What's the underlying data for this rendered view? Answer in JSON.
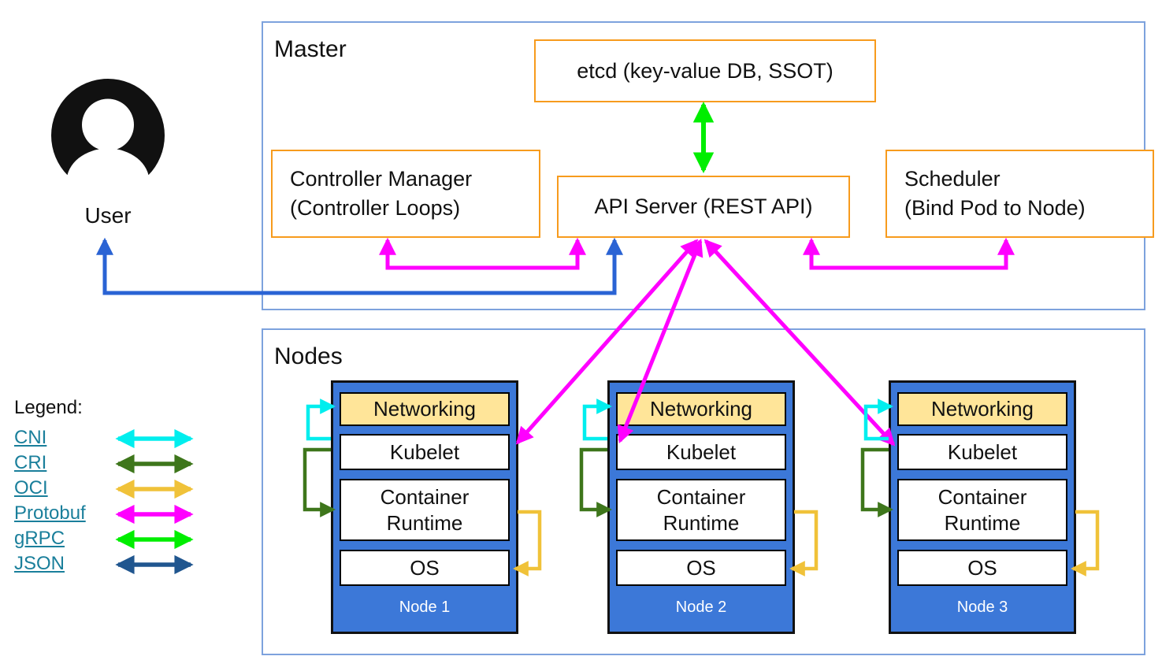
{
  "user": {
    "label": "User"
  },
  "master": {
    "title": "Master",
    "etcd_label": "etcd (key-value DB, SSOT)",
    "api_server_label": "API Server (REST API)",
    "controller_manager": {
      "line1": "Controller Manager",
      "line2": "(Controller Loops)"
    },
    "scheduler": {
      "line1": "Scheduler",
      "line2": "(Bind Pod to Node)"
    }
  },
  "nodes_section": {
    "title": "Nodes",
    "layers": [
      "Networking",
      "Kubelet",
      "Container Runtime",
      "OS"
    ],
    "nodes": [
      {
        "label": "Node 1"
      },
      {
        "label": "Node 2"
      },
      {
        "label": "Node 3"
      }
    ]
  },
  "legend": {
    "title": "Legend:",
    "items": [
      {
        "label": "CNI",
        "color": "#00eeee"
      },
      {
        "label": "CRI",
        "color": "#3e761b"
      },
      {
        "label": "OCI",
        "color": "#f0c239"
      },
      {
        "label": "Protobuf",
        "color": "#ff00ff"
      },
      {
        "label": "gRPC",
        "color": "#00ee00"
      },
      {
        "label": "JSON",
        "color": "#20568f"
      }
    ]
  },
  "colors": {
    "node_fill": "#3c78d8",
    "networking_fill": "#ffe599",
    "component_border_orange": "#f79b1d",
    "section_border_blue": "#7da2dd",
    "user_api_arrow_blue": "#2a63d4",
    "legend_link_text": "#1a7f9b"
  }
}
